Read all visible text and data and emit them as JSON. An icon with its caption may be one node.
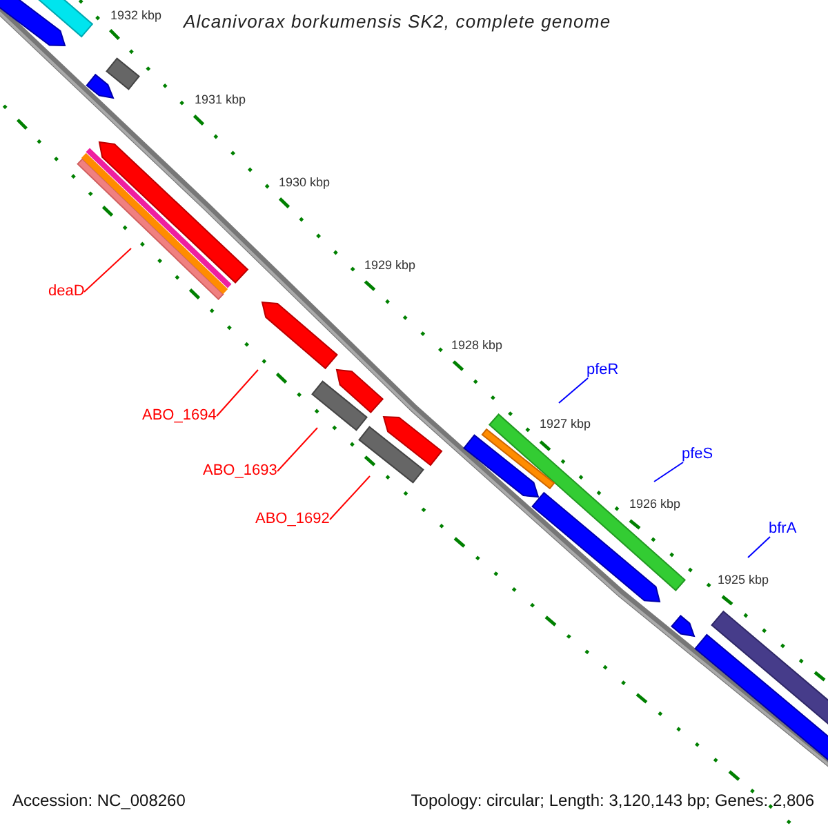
{
  "diagram": {
    "title": "Alcanivorax borkumensis SK2, complete genome",
    "nodes": [
      {
        "text": [
          "deaD"
        ]
      },
      {
        "text": [
          "ABO_1694"
        ]
      },
      {
        "text": [
          "ABO_1693"
        ]
      },
      {
        "text": [
          "ABO_1692"
        ]
      },
      {
        "text": [
          "pfeR"
        ]
      },
      {
        "text": [
          "pfeS"
        ]
      },
      {
        "text": [
          "bfrA"
        ]
      }
    ],
    "edges": [
      {
        "from": 0,
        "to": null,
        "arrow": "none"
      },
      {
        "from": 1,
        "to": null,
        "arrow": "none"
      },
      {
        "from": 2,
        "to": null,
        "arrow": "none"
      },
      {
        "from": 3,
        "to": null,
        "arrow": "none"
      },
      {
        "from": 4,
        "to": null,
        "arrow": "none",
        "color": "#0000ff"
      },
      {
        "from": 5,
        "to": null,
        "arrow": "none",
        "color": "#0000ff"
      },
      {
        "from": 6,
        "to": null,
        "arrow": "none",
        "color": "#0000ff"
      }
    ],
    "labels": [
      "1932 kbp",
      "1931 kbp",
      "1930 kbp",
      "1929 kbp",
      "1928 kbp",
      "1927 kbp",
      "1926 kbp",
      "1925 kbp",
      "Accession: NC_008260",
      "Topology: circular; Length: 3,120,143 bp; Genes: 2,806"
    ]
  }
}
